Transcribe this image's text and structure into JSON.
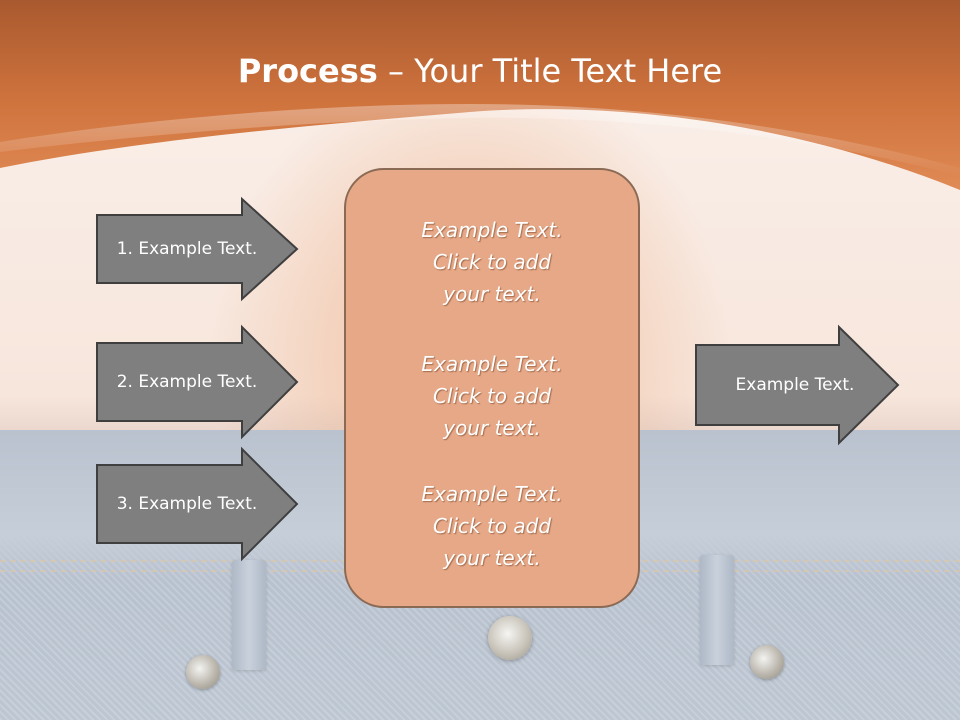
{
  "slide": {
    "title_bold": "Process",
    "title_rest": " – Your Title Text Here",
    "colors": {
      "header_orange": "#d0743e",
      "arrow_gray": "#7f7f7f",
      "center_box": "#e6a887"
    }
  },
  "left_arrows": [
    {
      "label": "1. Example Text."
    },
    {
      "label": "2. Example Text."
    },
    {
      "label": "3. Example Text."
    }
  ],
  "center_box": {
    "paragraphs": [
      "Example Text.\nClick  to add\nyour text.",
      "Example Text.\nClick  to add\nyour text.",
      "Example Text.\nClick  to add\nyour text."
    ]
  },
  "right_arrow": {
    "label": "Example Text."
  }
}
